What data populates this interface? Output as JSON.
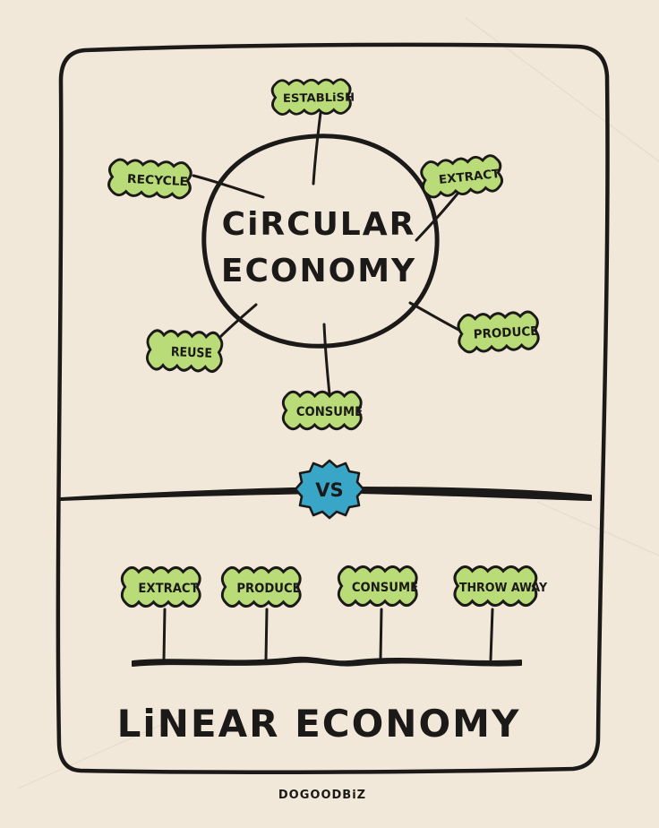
{
  "colors": {
    "paper": "#f1e8da",
    "frame": "#1c1a18",
    "leaf_fill": "#b9dc79",
    "vs_fill": "#3aa6c7"
  },
  "circular": {
    "title_line1": "CiRCULAR",
    "title_line2": "ECONOMY",
    "nodes": {
      "establish": "ESTABLiSH",
      "extract": "EXTRACT",
      "produce": "PRODUCE",
      "consume": "CONSUME",
      "reuse": "REUSE",
      "recycle": "RECYCLE"
    }
  },
  "divider": {
    "vs_label": "VS"
  },
  "linear": {
    "title": "LiNEAR ECONOMY",
    "steps": [
      "EXTRACT",
      "PRODUCE",
      "CONSUME",
      "THROW AWAY"
    ]
  },
  "brand": "DOGOODBiZ"
}
